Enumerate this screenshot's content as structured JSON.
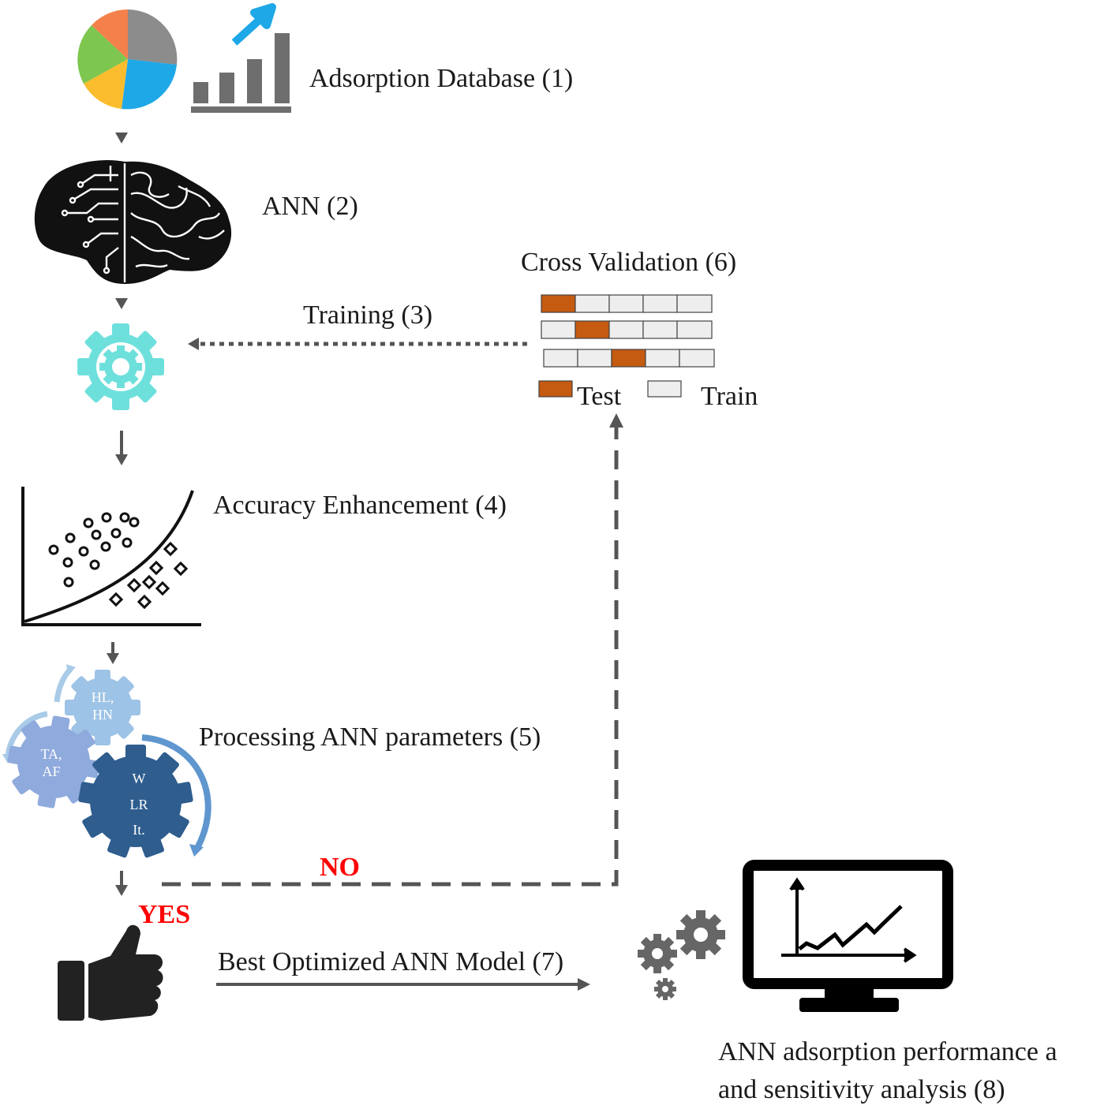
{
  "steps": {
    "database": "Adsorption Database (1)",
    "ann": "ANN (2)",
    "training": "Training (3)",
    "accuracy": "Accuracy Enhancement (4)",
    "processing": "Processing ANN parameters (5)",
    "cross_validation": "Cross Validation (6)",
    "best_model": "Best Optimized ANN Model (7)",
    "analysis_line1": "ANN adsorption performance a",
    "analysis_line2": "and sensitivity analysis (8)"
  },
  "legend": {
    "test": "Test",
    "train": "Train"
  },
  "decisions": {
    "yes": "YES",
    "no": "NO"
  },
  "gears": {
    "small": [
      "HL,",
      "HN"
    ],
    "medium": [
      "TA,",
      "AF"
    ],
    "large": [
      "W",
      "LR",
      "It."
    ]
  },
  "colors": {
    "test_fill": "#c55a11",
    "train_fill": "#eeeeee",
    "arrow": "#555555",
    "decision_red": "#ff0000",
    "gear_teal": "#6ee0dc",
    "gear_light_blue": "#9dc3e6",
    "gear_mid_blue": "#8faadc",
    "gear_dark_blue": "#2e5d8e",
    "pie_orange": "#f4804b",
    "pie_gray": "#8c8c8c",
    "pie_blue": "#1ea8e8",
    "pie_yellow": "#fbbd2d",
    "pie_green": "#7dc64f"
  },
  "icons": [
    "pie-chart-icon",
    "bar-chart-icon",
    "brain-icon",
    "gear-icon",
    "scatter-plot-icon",
    "parameter-gears-icon",
    "thumbs-up-icon",
    "small-gears-icon",
    "monitor-chart-icon"
  ]
}
